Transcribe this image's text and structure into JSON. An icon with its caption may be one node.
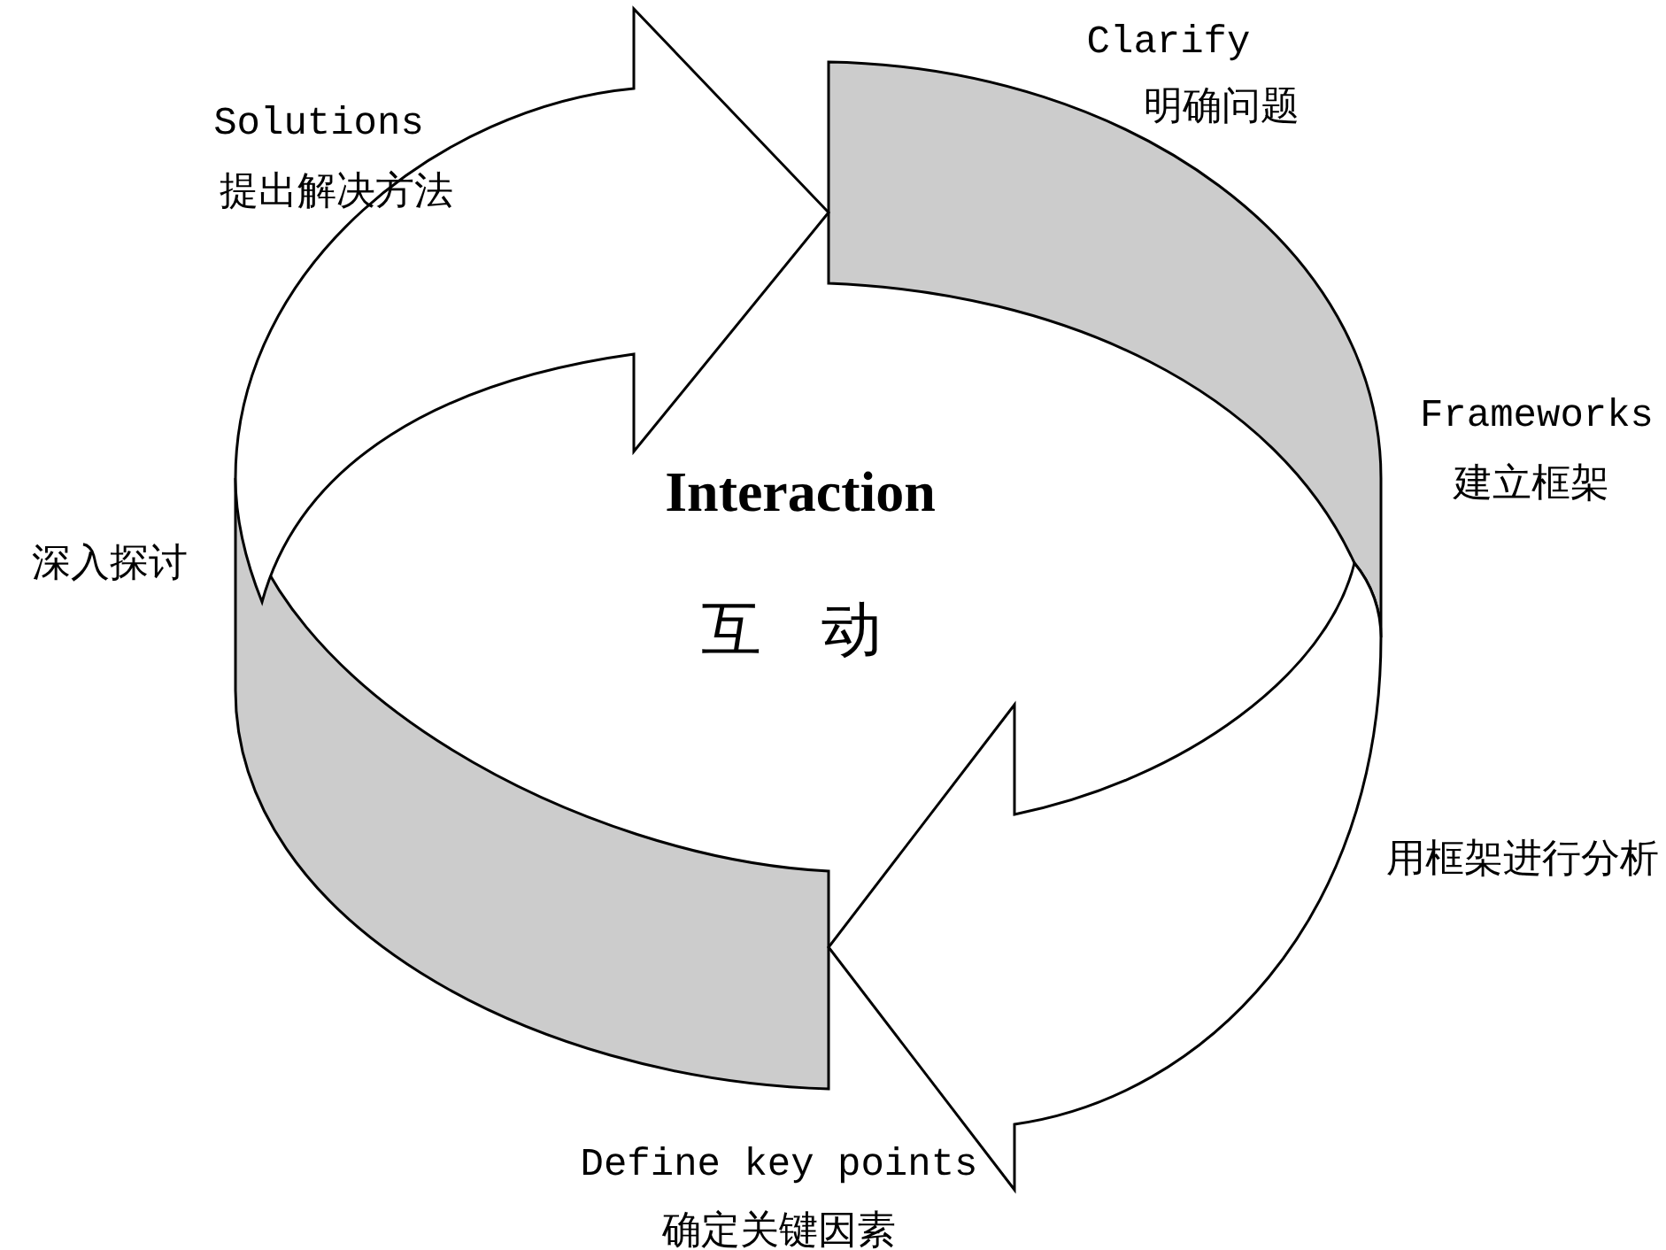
{
  "diagram": {
    "labels": [
      "Solutions",
      "提出解决方法",
      "Clarify",
      "明确问题",
      "Frameworks",
      "建立框架",
      "深入探讨",
      "Interaction",
      "互　动",
      "用框架进行分析",
      "Define key points",
      "确定关键因素"
    ]
  }
}
